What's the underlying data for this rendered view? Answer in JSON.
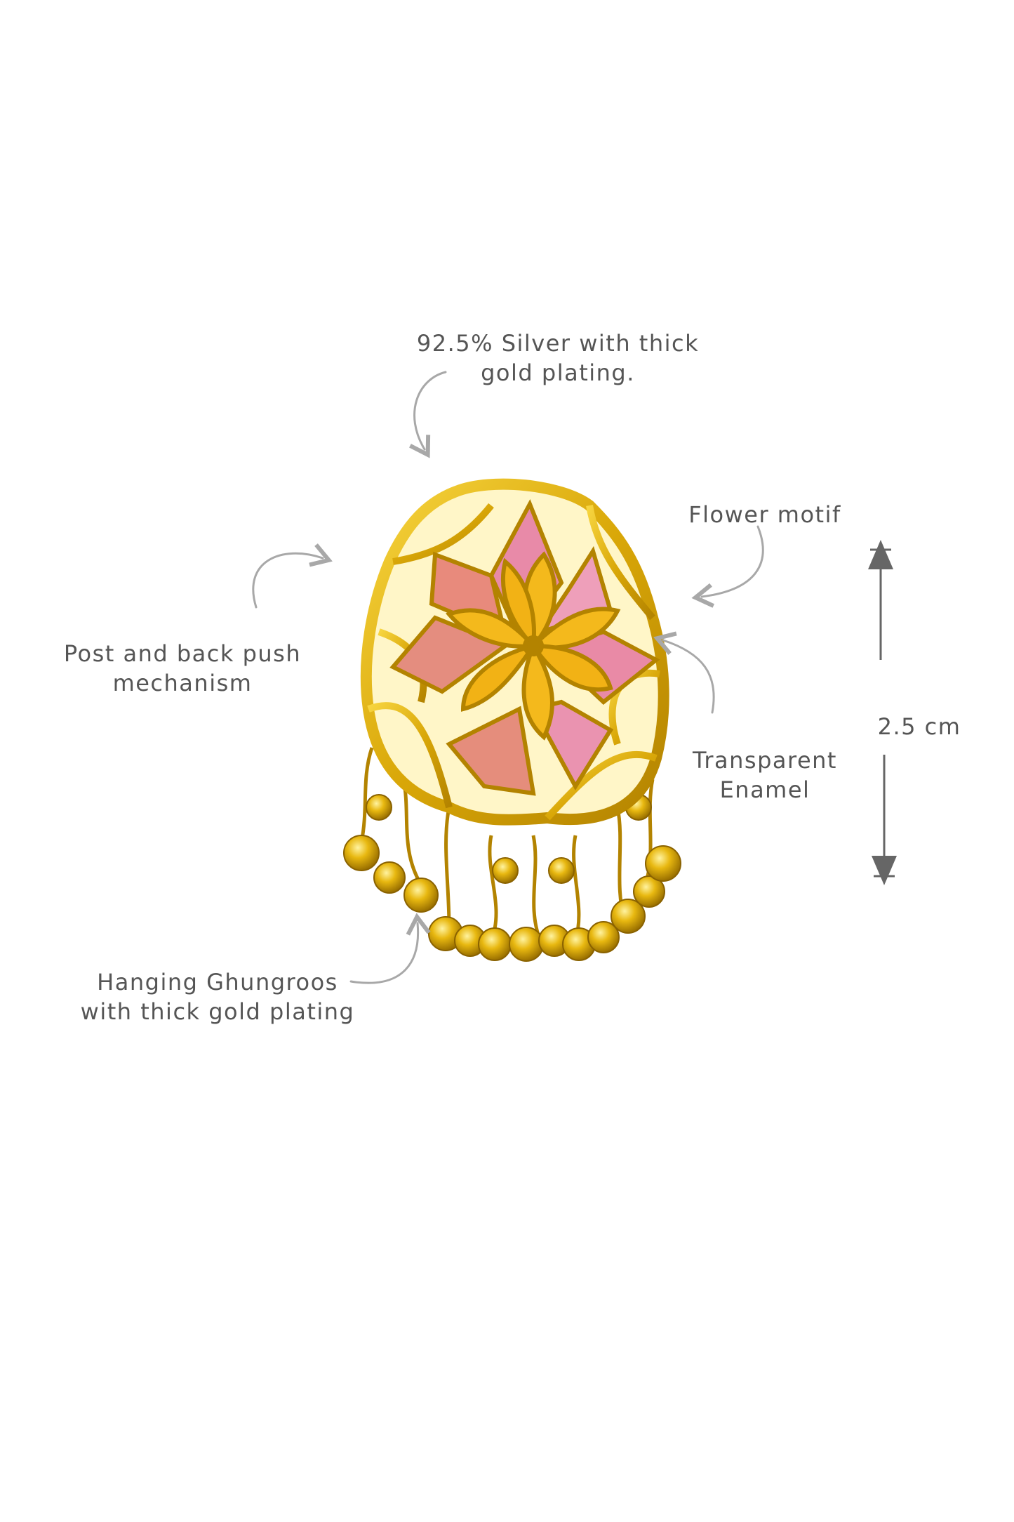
{
  "annotations": {
    "silver": {
      "lines": [
        "92.5% Silver with thick",
        "gold plating."
      ]
    },
    "flower": {
      "lines": [
        "Flower motif"
      ]
    },
    "post": {
      "lines": [
        "Post and back push",
        "mechanism"
      ]
    },
    "enamel": {
      "lines": [
        "Transparent",
        "Enamel"
      ]
    },
    "ghungroo": {
      "lines": [
        "Hanging Ghungroos",
        "with thick gold plating"
      ]
    }
  },
  "dimension": {
    "label": "2.5 cm"
  },
  "product": {
    "name": "earring-image"
  },
  "colors": {
    "text": "#555555",
    "arrow": "#a8a8a8",
    "gold": "#e6b70f",
    "gold_dark": "#b8860b",
    "enamel_yellow": "#f4b91c",
    "enamel_pink": "#e88aa8",
    "enamel_coral": "#e58d7c"
  }
}
